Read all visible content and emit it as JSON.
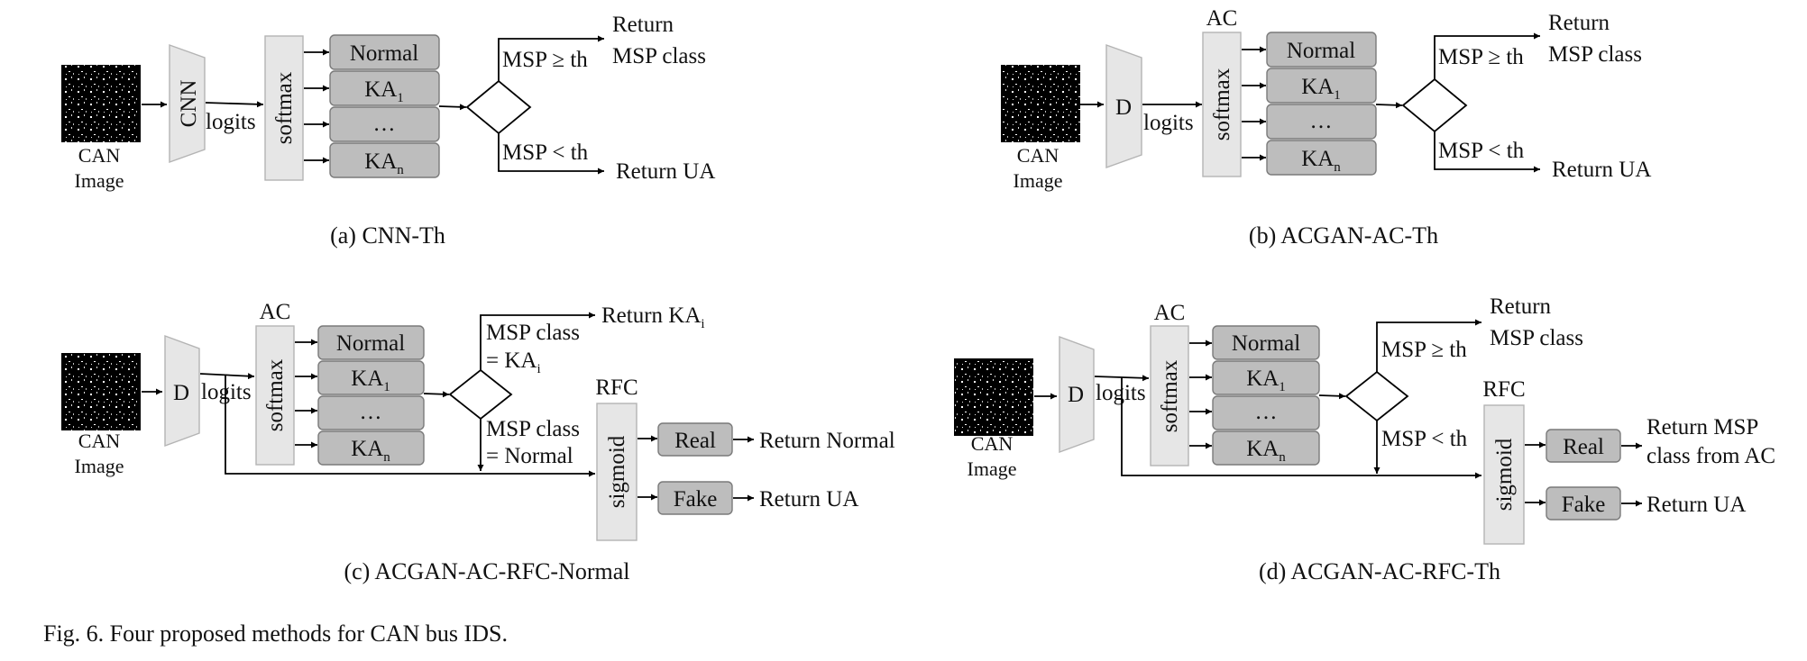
{
  "figure": {
    "caption": "Fig. 6.  Four proposed methods for CAN bus IDS.",
    "panels": {
      "a": {
        "label": "(a)  CNN-Th",
        "input": [
          "CAN",
          "Image"
        ],
        "net": "CNN",
        "logits": "logits",
        "act": "softmax",
        "classes": {
          "normal": "Normal",
          "ka_base": "KA",
          "ka1_sub": "1",
          "dots": "…",
          "kan_sub": "n"
        },
        "cond_top": "MSP ≥ th",
        "out_top": [
          "Return",
          "MSP class"
        ],
        "cond_bottom": "MSP < th",
        "out_bottom": "Return UA"
      },
      "b": {
        "label": "(b)  ACGAN-AC-Th",
        "input": [
          "CAN",
          "Image"
        ],
        "net": "D",
        "logits": "logits",
        "ac": "AC",
        "act": "softmax",
        "classes": {
          "normal": "Normal",
          "ka_base": "KA",
          "ka1_sub": "1",
          "dots": "…",
          "kan_sub": "n"
        },
        "cond_top": "MSP ≥ th",
        "out_top": [
          "Return",
          "MSP class"
        ],
        "cond_bottom": "MSP < th",
        "out_bottom": "Return UA"
      },
      "c": {
        "label": "(c)  ACGAN-AC-RFC-Normal",
        "input": [
          "CAN",
          "Image"
        ],
        "net": "D",
        "logits": "logits",
        "ac": "AC",
        "act": "softmax",
        "classes": {
          "normal": "Normal",
          "ka_base": "KA",
          "ka1_sub": "1",
          "dots": "…",
          "kan_sub": "n"
        },
        "cond_top": [
          "MSP class",
          "= KA",
          "i"
        ],
        "out_top": [
          "Return KA",
          "i"
        ],
        "cond_bottom": [
          "MSP class",
          "= Normal"
        ],
        "rfc": "RFC",
        "rfc_act": "sigmoid",
        "real": "Real",
        "fake": "Fake",
        "out_real": "Return Normal",
        "out_fake": "Return UA"
      },
      "d": {
        "label": "(d)  ACGAN-AC-RFC-Th",
        "input": [
          "CAN",
          "Image"
        ],
        "net": "D",
        "logits": "logits",
        "ac": "AC",
        "act": "softmax",
        "classes": {
          "normal": "Normal",
          "ka_base": "KA",
          "ka1_sub": "1",
          "dots": "…",
          "kan_sub": "n"
        },
        "cond_top": "MSP ≥ th",
        "out_top": [
          "Return",
          "MSP class"
        ],
        "cond_bottom": "MSP < th",
        "rfc": "RFC",
        "rfc_act": "sigmoid",
        "real": "Real",
        "fake": "Fake",
        "out_real": [
          "Return MSP",
          "class from AC"
        ],
        "out_fake": "Return UA"
      }
    }
  }
}
